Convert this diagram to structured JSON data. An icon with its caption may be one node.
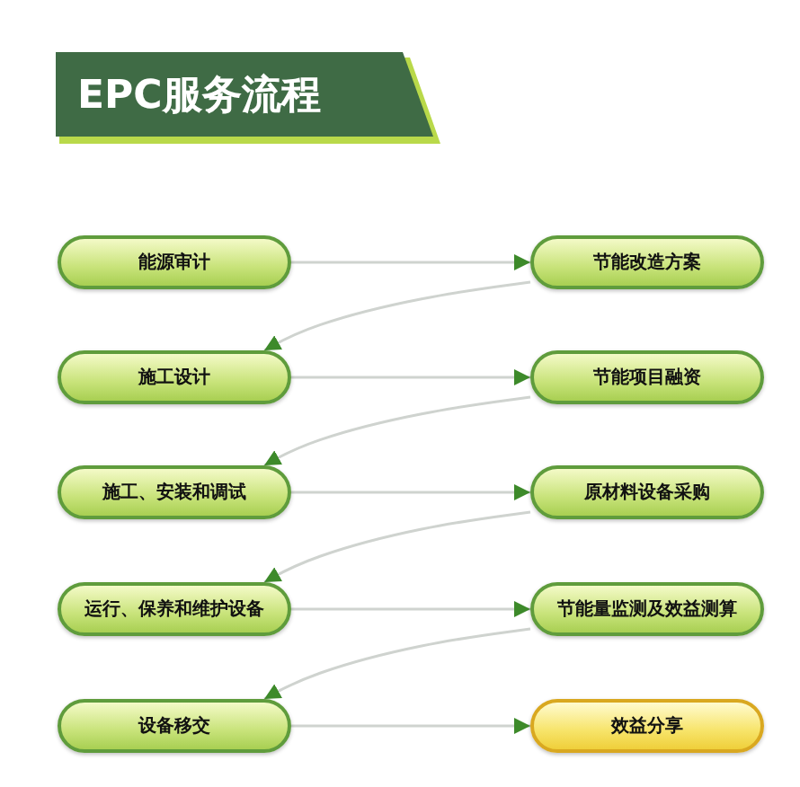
{
  "diagram": {
    "title": "EPC服务流程",
    "nodes": [
      {
        "text": [
          "能源审计"
        ]
      },
      {
        "text": [
          "节能改造方案"
        ]
      },
      {
        "text": [
          "施工设计"
        ]
      },
      {
        "text": [
          "节能项目融资"
        ]
      },
      {
        "text": [
          "施工、安装和调试"
        ]
      },
      {
        "text": [
          "原材料设备采购"
        ]
      },
      {
        "text": [
          "运行、保养和维护设备"
        ]
      },
      {
        "text": [
          "节能量监测及效益测算"
        ]
      },
      {
        "text": [
          "设备移交"
        ]
      },
      {
        "text": [
          "效益分享"
        ]
      }
    ],
    "edges": [
      {
        "from": 0,
        "to": 1,
        "arrow": "to"
      },
      {
        "from": 1,
        "to": 2,
        "arrow": "to"
      },
      {
        "from": 2,
        "to": 3,
        "arrow": "to"
      },
      {
        "from": 3,
        "to": 4,
        "arrow": "to"
      },
      {
        "from": 4,
        "to": 5,
        "arrow": "to"
      },
      {
        "from": 5,
        "to": 6,
        "arrow": "to"
      },
      {
        "from": 6,
        "to": 7,
        "arrow": "to"
      },
      {
        "from": 7,
        "to": 8,
        "arrow": "to"
      },
      {
        "from": 8,
        "to": 9,
        "arrow": "to"
      }
    ]
  }
}
